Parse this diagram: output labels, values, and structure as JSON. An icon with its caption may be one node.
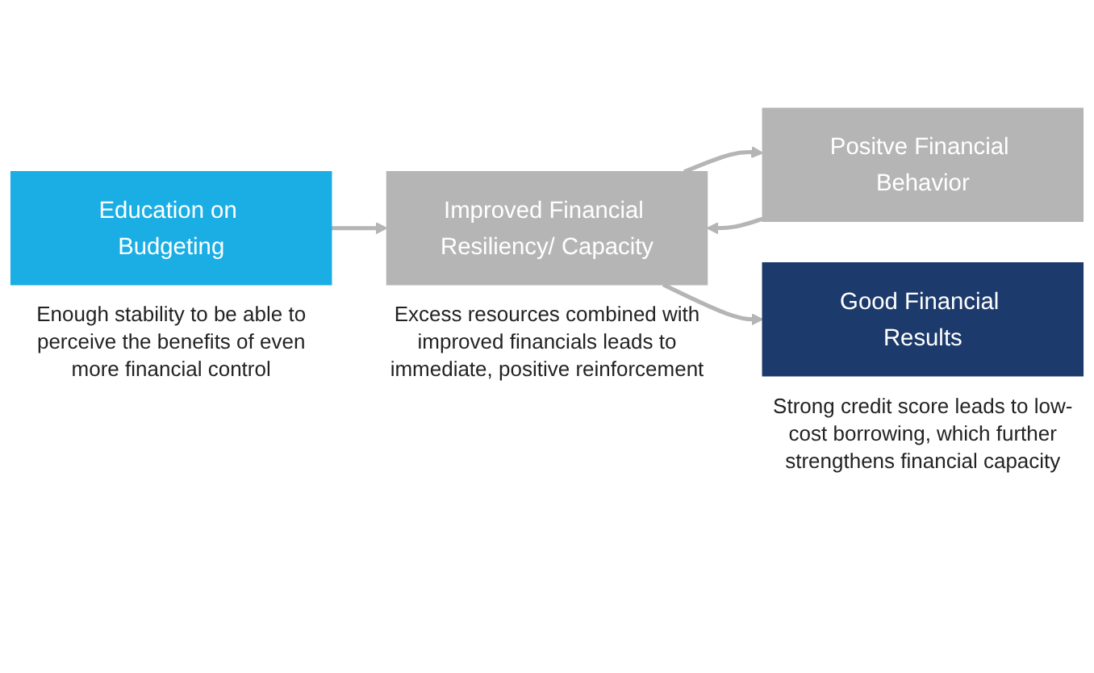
{
  "diagram": {
    "nodes": [
      {
        "text": [
          "Education on Budgeting"
        ],
        "beside": [
          "Enough stability to be able to perceive the benefits of even more financial control"
        ]
      },
      {
        "text": [
          "Improved Financial Resiliency/ Capacity"
        ],
        "beside": [
          "Excess resources combined with improved financials leads to immediate, positive reinforcement"
        ]
      },
      {
        "text": [
          "Positve Financial Behavior"
        ]
      },
      {
        "text": [
          "Good Financial Results"
        ],
        "beside": [
          "Strong credit score leads to low-cost borrowing, which further strengthens financial capacity"
        ]
      }
    ],
    "edges": [
      {
        "from": 0,
        "to": 1,
        "arrow": "to"
      },
      {
        "from": 1,
        "to": 2,
        "arrow": "to"
      },
      {
        "from": 2,
        "to": 1,
        "arrow": "to"
      },
      {
        "from": 1,
        "to": 3,
        "arrow": "to"
      }
    ]
  }
}
